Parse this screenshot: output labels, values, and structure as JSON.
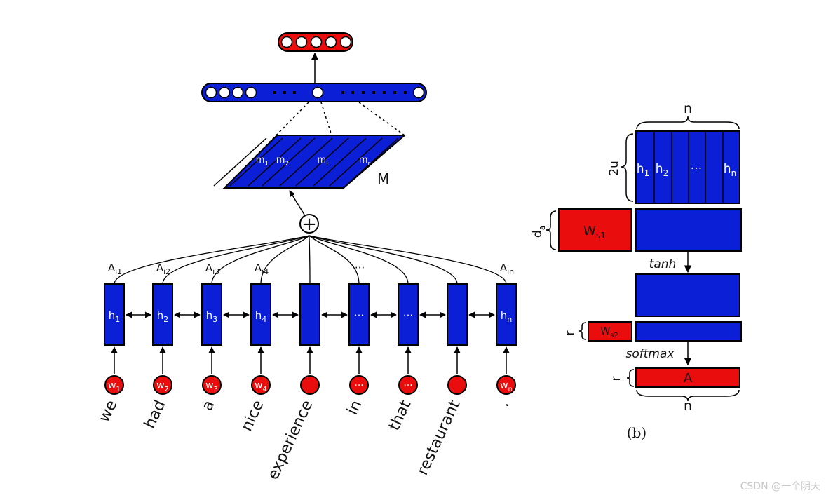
{
  "colors": {
    "blue": "#0a1fd6",
    "red": "#ea0d0d",
    "stroke": "#000000"
  },
  "left": {
    "words": [
      "we",
      "had",
      "a",
      "nice",
      "experience",
      "in",
      "that",
      "restaurant",
      "."
    ],
    "inputs": [
      {
        "base": "w",
        "sub": "1"
      },
      {
        "base": "w",
        "sub": "2"
      },
      {
        "base": "w",
        "sub": "3"
      },
      {
        "base": "w",
        "sub": "4"
      },
      {
        "base": "",
        "sub": ""
      },
      {
        "base": "···",
        "sub": ""
      },
      {
        "base": "···",
        "sub": ""
      },
      {
        "base": "",
        "sub": ""
      },
      {
        "base": "w",
        "sub": "n"
      }
    ],
    "hidden": [
      {
        "base": "h",
        "sub": "1"
      },
      {
        "base": "h",
        "sub": "2"
      },
      {
        "base": "h",
        "sub": "3"
      },
      {
        "base": "h",
        "sub": "4"
      },
      {
        "base": "",
        "sub": ""
      },
      {
        "base": "···",
        "sub": ""
      },
      {
        "base": "···",
        "sub": ""
      },
      {
        "base": "",
        "sub": ""
      },
      {
        "base": "h",
        "sub": "n"
      }
    ],
    "attention": [
      {
        "base": "A",
        "sub": "i1"
      },
      {
        "base": "A",
        "sub": "i2"
      },
      {
        "base": "A",
        "sub": "i3"
      },
      {
        "base": "A",
        "sub": "i4"
      },
      {
        "base": "",
        "sub": ""
      },
      {
        "base": "···",
        "sub": ""
      },
      {
        "base": "",
        "sub": ""
      },
      {
        "base": "",
        "sub": ""
      },
      {
        "base": "A",
        "sub": "in"
      }
    ],
    "sum_symbol": "+",
    "matrix_label": "M",
    "matrix_cols": [
      {
        "base": "m",
        "sub": "1"
      },
      {
        "base": "m",
        "sub": "2"
      },
      {
        "base": "m",
        "sub": "i"
      },
      {
        "base": "m",
        "sub": "r"
      }
    ]
  },
  "right": {
    "n_top": "n",
    "dim_2u": "2u",
    "H_cols": [
      {
        "base": "h",
        "sub": "1"
      },
      {
        "base": "h",
        "sub": "2"
      },
      {
        "base": "···",
        "sub": ""
      },
      {
        "base": "h",
        "sub": "n"
      }
    ],
    "dim_da": {
      "base": "d",
      "sub": "a"
    },
    "ws1": {
      "base": "W",
      "sub": "s1"
    },
    "tanh": "tanh",
    "dim_r1": "r",
    "ws2": {
      "base": "W",
      "sub": "s2"
    },
    "softmax": "softmax",
    "dim_r2": "r",
    "A_label": "A",
    "n_bottom": "n",
    "caption": "(b)"
  },
  "watermark": "CSDN @一个阴天"
}
